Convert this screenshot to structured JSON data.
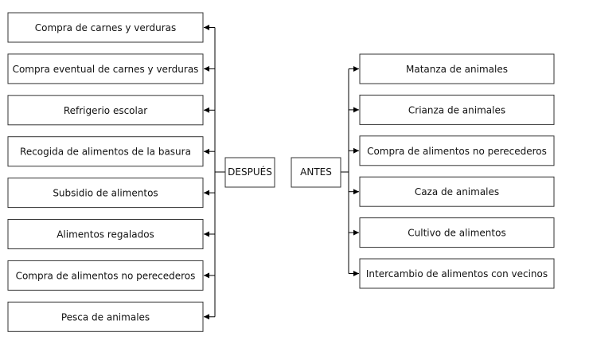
{
  "colors": {
    "box_border": "#333333",
    "connector": "#000000",
    "text": "#111111",
    "background": "#ffffff"
  },
  "despues": {
    "label": "DESPUÉS",
    "items": [
      "Compra de carnes y verduras",
      "Compra eventual de carnes y verduras",
      "Refrigerio escolar",
      "Recogida de alimentos de la basura",
      "Subsidio de alimentos",
      "Alimentos regalados",
      "Compra de alimentos no perecederos",
      "Pesca de animales"
    ]
  },
  "antes": {
    "label": "ANTES",
    "items": [
      "Matanza de animales",
      "Crianza de animales",
      "Compra de alimentos no perecederos",
      "Caza de animales",
      "Cultivo de alimentos",
      "Intercambio de alimentos con vecinos"
    ]
  }
}
